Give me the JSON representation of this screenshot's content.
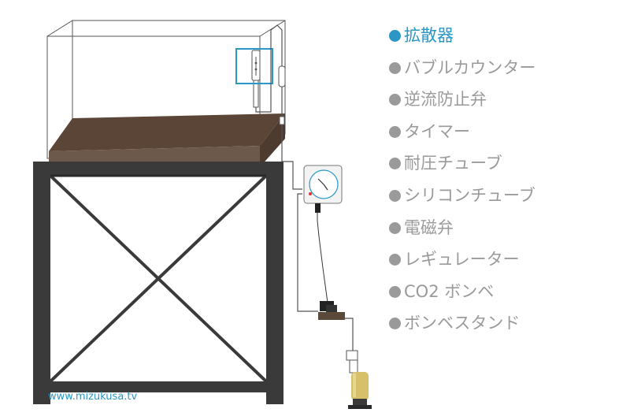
{
  "legend": {
    "active_color": "#2a97c4",
    "inactive_color": "#9a9a9a",
    "items": [
      {
        "label": "拡散器",
        "active": true
      },
      {
        "label": "バブルカウンター",
        "active": false
      },
      {
        "label": "逆流防止弁",
        "active": false
      },
      {
        "label": "タイマー",
        "active": false
      },
      {
        "label": "耐圧チューブ",
        "active": false
      },
      {
        "label": "シリコンチューブ",
        "active": false
      },
      {
        "label": "電磁弁",
        "active": false
      },
      {
        "label": "レギュレーター",
        "active": false
      },
      {
        "label": "CO2 ボンベ",
        "active": false
      },
      {
        "label": "ボンベスタンド",
        "active": false
      }
    ]
  },
  "watermark": "www.mizukusa.tv",
  "colors": {
    "stand": "#3a3a3a",
    "substrate_top": "#5a4536",
    "substrate_front": "#6d594b",
    "cylinder": "#d6c06a",
    "highlight_box": "#2a97c4"
  },
  "icons": {
    "timer": "clock-timer-icon",
    "solenoid": "solenoid-valve-icon",
    "cylinder": "co2-cylinder-icon",
    "diffuser": "diffuser-icon"
  }
}
